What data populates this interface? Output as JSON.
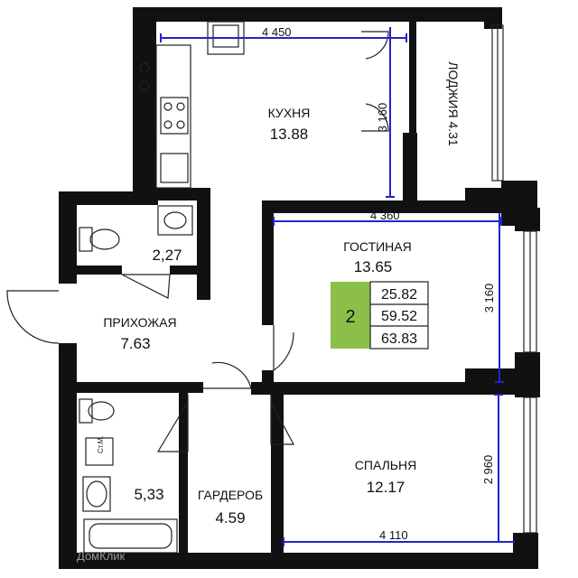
{
  "rooms": {
    "kitchen": {
      "name": "КУХНЯ",
      "area": "13.88"
    },
    "loggia": {
      "name": "ЛОДЖИЯ 4.31"
    },
    "bathroom": {
      "area": "2,27"
    },
    "hall": {
      "name": "ПРИХОЖАЯ",
      "area": "7.63"
    },
    "living": {
      "name": "ГОСТИНАЯ",
      "area": "13.65"
    },
    "bath2": {
      "area": "5,33",
      "washer_label": "Ст.М."
    },
    "wardrobe": {
      "name": "ГАРДЕРОБ",
      "area": "4.59"
    },
    "bedroom": {
      "name": "СПАЛЬНЯ",
      "area": "12.17"
    }
  },
  "dimensions": {
    "kitchen_width": "4 450",
    "kitchen_depth": "3 160",
    "living_width": "4 360",
    "living_depth": "3 160",
    "bedroom_depth": "2 960",
    "bedroom_width": "4 110"
  },
  "summary": {
    "rooms_count": "2",
    "living_area": "25.82",
    "area_without_loggia": "59.52",
    "total_area": "63.83"
  },
  "colors": {
    "wall": "#111111",
    "dimension": "#2323c8",
    "badge": "#8cbf4a"
  },
  "watermark": "ДомКлик"
}
